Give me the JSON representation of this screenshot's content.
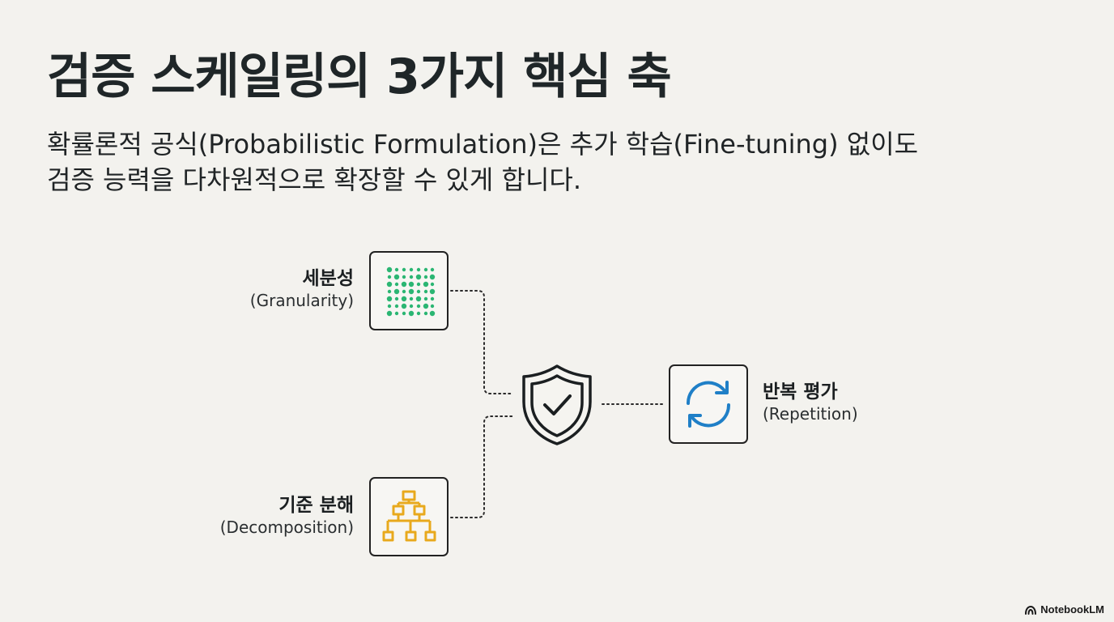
{
  "slide": {
    "title": "검증 스케일링의 3가지 핵심 축",
    "subtitle_line1": "확률론적 공식(Probabilistic Formulation)은 추가 학습(Fine-tuning) 없이도",
    "subtitle_line2": "검증 능력을 다차원적으로 확장할 수 있게 합니다."
  },
  "diagram": {
    "center": {
      "icon": "shield-check-icon"
    },
    "nodes": [
      {
        "id": "granularity",
        "title_ko": "세분성",
        "title_en": "(Granularity)",
        "icon": "dot-grid-icon",
        "color": "#2bb673"
      },
      {
        "id": "repetition",
        "title_ko": "반복 평가",
        "title_en": "(Repetition)",
        "icon": "refresh-cycle-icon",
        "color": "#1f7fc7"
      },
      {
        "id": "decomposition",
        "title_ko": "기준 분해",
        "title_en": "(Decomposition)",
        "icon": "hierarchy-tree-icon",
        "color": "#e8a91d"
      }
    ]
  },
  "branding": {
    "name": "NotebookLM",
    "icon": "notebooklm-logo-icon"
  }
}
